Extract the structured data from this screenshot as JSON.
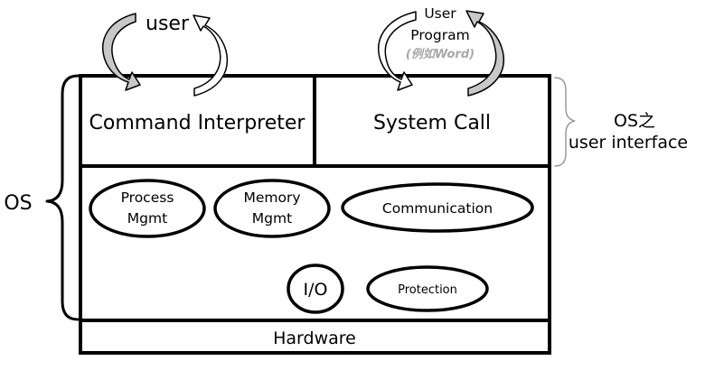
{
  "actors": {
    "user": "user",
    "user_program_line1": "User",
    "user_program_line2": "Program",
    "user_program_note": "(例如Word)"
  },
  "interface_layer": {
    "command_interpreter": "Command Interpreter",
    "system_call": "System Call",
    "label_line1": "OS之",
    "label_line2": "user interface"
  },
  "os_services": {
    "process_line1": "Process",
    "process_line2": "Mgmt",
    "memory_line1": "Memory",
    "memory_line2": "Mgmt",
    "communication": "Communication",
    "io": "I/O",
    "protection": "Protection"
  },
  "os_label": "OS",
  "hardware": "Hardware"
}
